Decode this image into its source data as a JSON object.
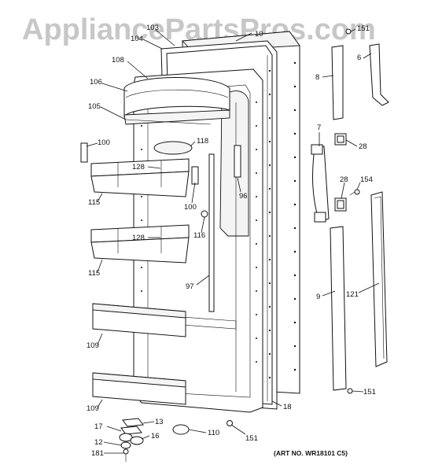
{
  "watermark": "AppliancePartsPros.com",
  "art_number": "(ART NO. WR18101 C5)",
  "callouts": [
    {
      "id": "103",
      "label": "103"
    },
    {
      "id": "104",
      "label": "104"
    },
    {
      "id": "10",
      "label": "10"
    },
    {
      "id": "151a",
      "label": "151"
    },
    {
      "id": "6",
      "label": "6"
    },
    {
      "id": "108",
      "label": "108"
    },
    {
      "id": "8",
      "label": "8"
    },
    {
      "id": "106",
      "label": "106"
    },
    {
      "id": "105",
      "label": "105"
    },
    {
      "id": "7",
      "label": "7"
    },
    {
      "id": "100a",
      "label": "100"
    },
    {
      "id": "118",
      "label": "118"
    },
    {
      "id": "28a",
      "label": "28"
    },
    {
      "id": "128a",
      "label": "128"
    },
    {
      "id": "154",
      "label": "154"
    },
    {
      "id": "28b",
      "label": "28"
    },
    {
      "id": "96",
      "label": "96"
    },
    {
      "id": "115a",
      "label": "115"
    },
    {
      "id": "100b",
      "label": "100"
    },
    {
      "id": "116",
      "label": "116"
    },
    {
      "id": "128b",
      "label": "128"
    },
    {
      "id": "115b",
      "label": "115"
    },
    {
      "id": "97",
      "label": "97"
    },
    {
      "id": "9",
      "label": "9"
    },
    {
      "id": "121",
      "label": "121"
    },
    {
      "id": "109a",
      "label": "109"
    },
    {
      "id": "151b",
      "label": "151"
    },
    {
      "id": "109b",
      "label": "109"
    },
    {
      "id": "18",
      "label": "18"
    },
    {
      "id": "13",
      "label": "13"
    },
    {
      "id": "17",
      "label": "17"
    },
    {
      "id": "16",
      "label": "16"
    },
    {
      "id": "110",
      "label": "110"
    },
    {
      "id": "151c",
      "label": "151"
    },
    {
      "id": "12",
      "label": "12"
    },
    {
      "id": "181",
      "label": "181"
    }
  ]
}
